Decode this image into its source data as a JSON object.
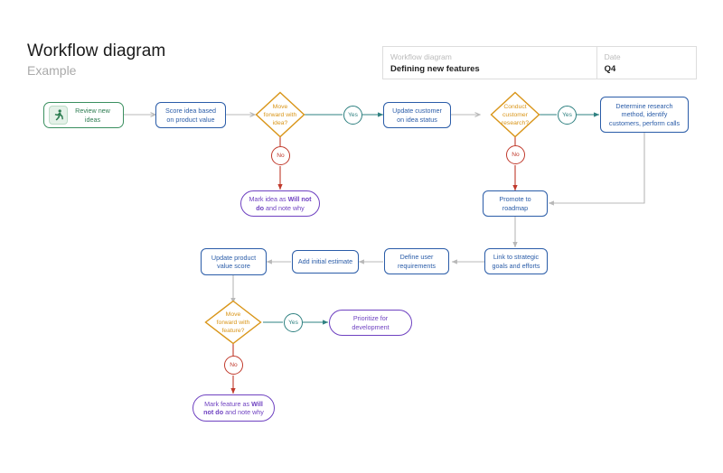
{
  "header": {
    "title": "Workflow diagram",
    "subtitle": "Example"
  },
  "info_table": {
    "columns": [
      {
        "label": "Workflow diagram",
        "value": "Defining new features"
      },
      {
        "label": "Date",
        "value": "Q4"
      }
    ]
  },
  "colors": {
    "process_blue": "#2a5ca8",
    "start_green": "#3a8f5f",
    "decision_orange": "#d99518",
    "terminal_purple": "#6f42c1",
    "yes_teal": "#2e8080",
    "no_red": "#c0392b",
    "connector_gray": "#b8b8b8",
    "table_border": "#dddddd",
    "subtitle_gray": "#aaaaaa"
  },
  "nodes": {
    "start": {
      "label": "Review new ideas",
      "icon": "running-person-icon"
    },
    "score_idea": {
      "line1": "Score idea based",
      "line2": "on product value"
    },
    "decision_idea": {
      "line1": "Move",
      "line2": "forward with",
      "line3": "idea?"
    },
    "yes_idea": {
      "label": "Yes"
    },
    "no_idea": {
      "label": "No"
    },
    "mark_idea": {
      "pre": "Mark idea as ",
      "bold": "Will not do",
      "post": " and note why"
    },
    "update_customer": {
      "line1": "Update customer",
      "line2": "on idea status"
    },
    "decision_research": {
      "line1": "Conduct",
      "line2": "customer",
      "line3": "research?"
    },
    "yes_research": {
      "label": "Yes"
    },
    "no_research": {
      "label": "No"
    },
    "determine_research": {
      "line1": "Determine research",
      "line2": "method, identify",
      "line3": "customers, perform calls"
    },
    "promote_roadmap": {
      "line1": "Promote to",
      "line2": "roadmap"
    },
    "link_strategic": {
      "line1": "Link to strategic",
      "line2": "goals and efforts"
    },
    "define_requirements": {
      "line1": "Define user",
      "line2": "requirements"
    },
    "add_estimate": {
      "line1": "Add initial estimate"
    },
    "update_score": {
      "line1": "Update product",
      "line2": "value score"
    },
    "decision_feature": {
      "line1": "Move",
      "line2": "forward with",
      "line3": "feature?"
    },
    "yes_feature": {
      "label": "Yes"
    },
    "no_feature": {
      "label": "No"
    },
    "prioritize": {
      "line1": "Prioritize for",
      "line2": "development"
    },
    "mark_feature": {
      "pre": "Mark feature as ",
      "bold": "Will not do",
      "post": " and note why"
    }
  }
}
